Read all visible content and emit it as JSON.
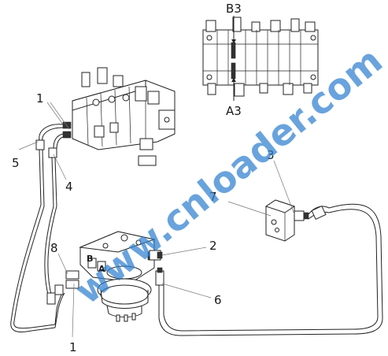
{
  "callouts": {
    "c1_top": "1",
    "c5": "5",
    "c4": "4",
    "c8": "8",
    "c1_bottom": "1",
    "c2": "2",
    "c6": "6",
    "c7": "7",
    "c3": "3"
  },
  "ports": {
    "b3": "B3",
    "a3": "A3",
    "b": "B",
    "a": "A"
  },
  "watermark": "www.cnloader.com",
  "colors": {
    "line": "#222222",
    "watermark": "#2f7fd0"
  }
}
